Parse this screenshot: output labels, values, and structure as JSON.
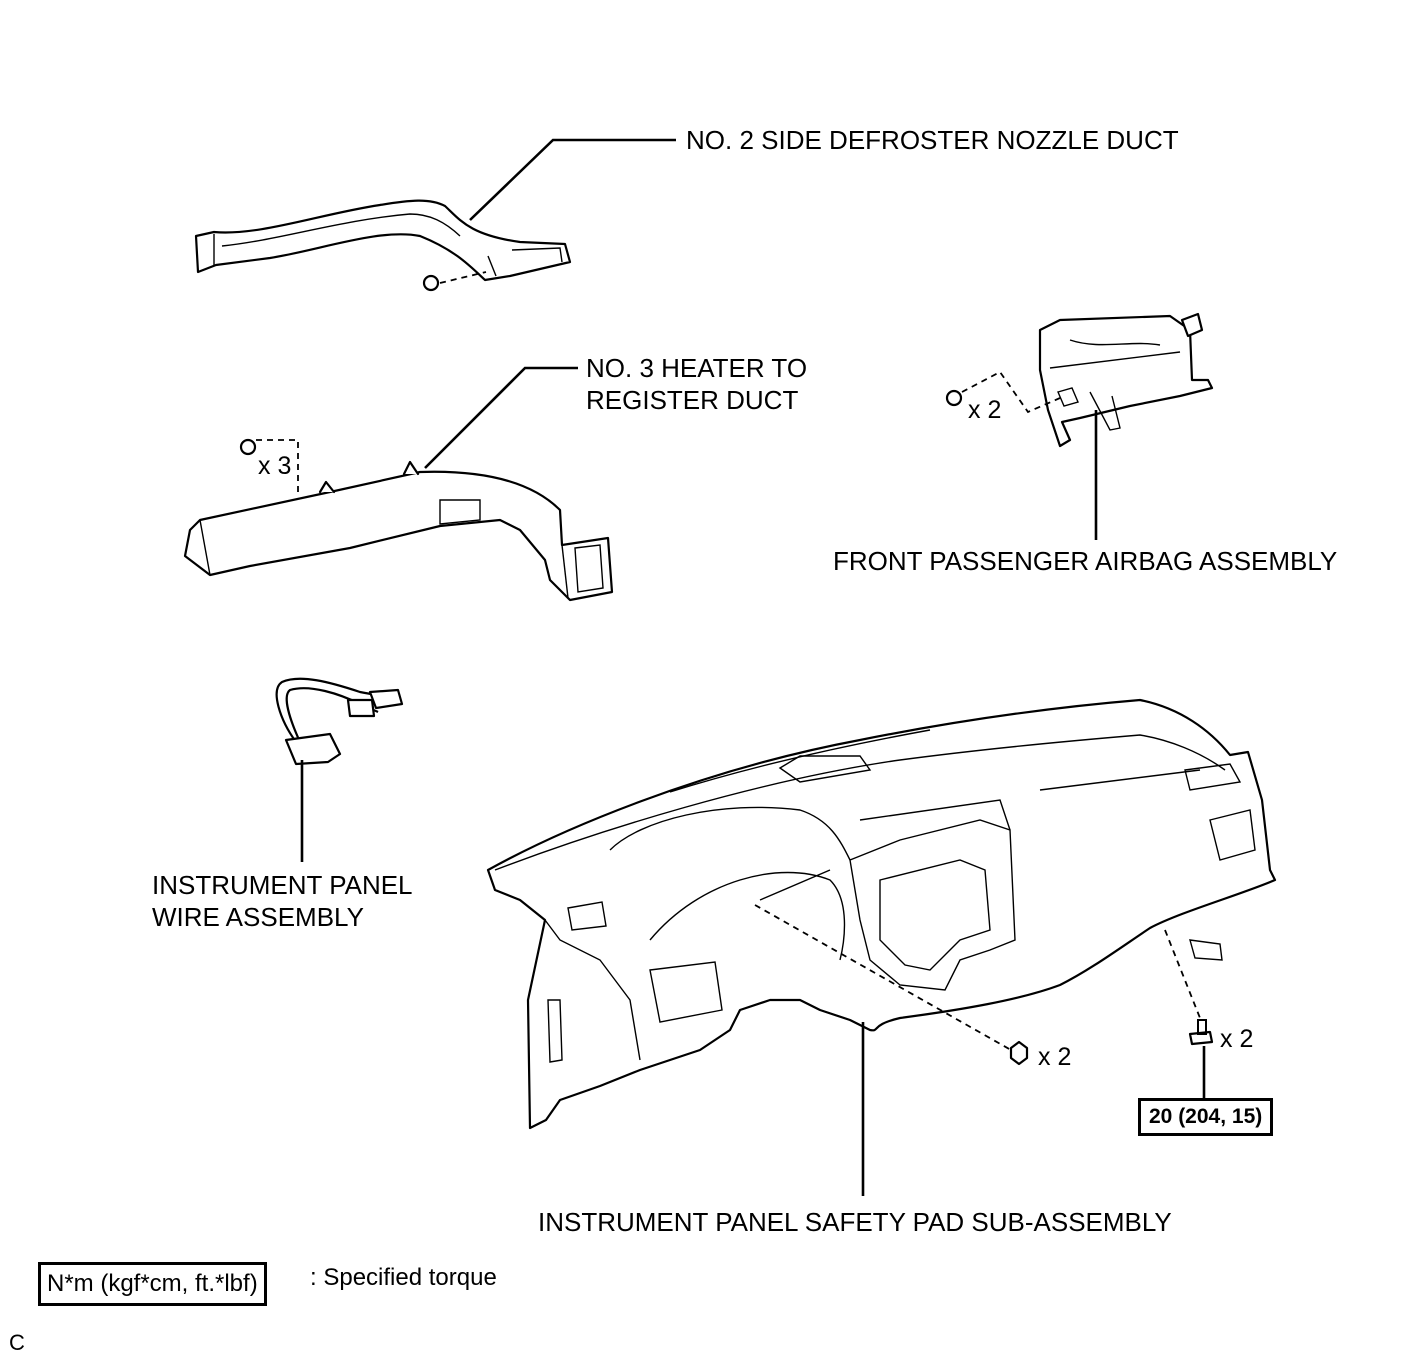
{
  "labels": {
    "defroster_duct": "NO. 2 SIDE DEFROSTER NOZZLE DUCT",
    "heater_duct": "NO. 3 HEATER TO\nREGISTER DUCT",
    "airbag": "FRONT PASSENGER AIRBAG ASSEMBLY",
    "wire_assembly": "INSTRUMENT PANEL\nWIRE ASSEMBLY",
    "safety_pad": "INSTRUMENT PANEL SAFETY PAD SUB-ASSEMBLY"
  },
  "quantities": {
    "heater_screws": "x 3",
    "airbag_bolts": "x 2",
    "pad_nuts": "x 2",
    "pad_bolts": "x 2"
  },
  "torque": {
    "pad_bolt_spec": "20 (204, 15)"
  },
  "legend": {
    "units": "N*m (kgf*cm, ft.*lbf)",
    "meaning": ": Specified torque"
  },
  "corner_mark": "C"
}
